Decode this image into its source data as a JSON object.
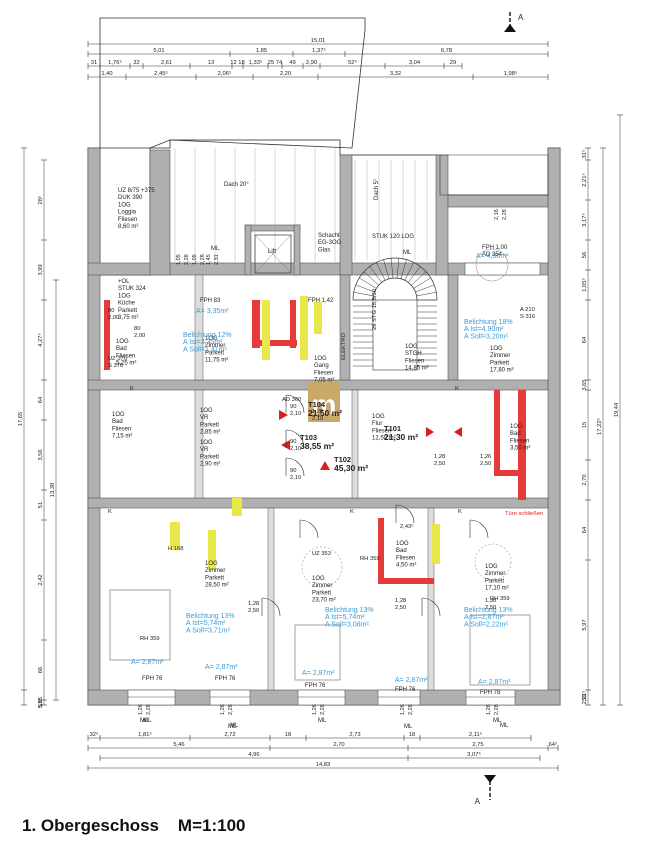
{
  "caption": {
    "title": "1. Obergeschoss",
    "scale": "M=1:100"
  },
  "colors": {
    "wall": "#b0b0b0",
    "new_wall": "#e63b3b",
    "demo": "#e8e84a",
    "annotation": "#3a9ad9",
    "unit_marker": "#d81f1f",
    "logo": "#c9a86a"
  },
  "section_marker": "A",
  "dimensions": {
    "top_row1": [
      "15,01"
    ],
    "top_row2": [
      "5,01",
      "1,85",
      "1,37⁵",
      "6,78"
    ],
    "top_row3": [
      "31",
      "1,76⁵",
      "32",
      "2,61",
      "13",
      "12 18",
      "1,33⁵",
      "25 74",
      "49",
      "2,90",
      "52⁵",
      "3,04",
      "29"
    ],
    "top_row4": [
      "1,40",
      "2,45⁵",
      "2,06⁵",
      "2,20",
      "3,32",
      "1,98⁵"
    ],
    "bottom_row1": [
      "32⁵",
      "1,81⁵",
      "2,72",
      "18",
      "2,73",
      "18",
      "2,11⁵"
    ],
    "bottom_row2": [
      "5,46",
      "2,70",
      "2,75",
      "64⁵"
    ],
    "bottom_row3": [
      "4,96",
      "3,07⁵"
    ],
    "bottom_row4": [
      "14,83"
    ],
    "left_outer": [
      "17,65",
      "13,38"
    ],
    "left_inner": [
      "28⁵",
      "3,99",
      "4,27⁵",
      "64",
      "3,56",
      "51",
      "2,42",
      "66",
      "5,05",
      "53⁵"
    ],
    "right_outer": [
      "19,44",
      "17,22⁵",
      "17,22⁵"
    ],
    "right_inner": [
      "31⁵",
      "2,21⁵",
      "3,17⁵",
      "56",
      "1,05⁵",
      "64",
      "3,65",
      "15",
      "2,70",
      "64",
      "5,97",
      "59",
      "2,21⁵"
    ]
  },
  "rooms": [
    {
      "id": "loggia",
      "lines": [
        "UZ 8/75 +375",
        "DUK 390",
        "1OG",
        "Loggia",
        "Fliesen",
        "8,60 m²"
      ]
    },
    {
      "id": "roof",
      "lines": [
        "Dach 20°"
      ]
    },
    {
      "id": "kueche",
      "lines": [
        "+OL",
        "STUK 324",
        "1OG",
        "Küche",
        "Parkett",
        "3,75 m²"
      ]
    },
    {
      "id": "bad-left",
      "lines": [
        "1OG",
        "Bad",
        "Fliesen",
        "5,25 m²"
      ]
    },
    {
      "id": "zimmer-top-left",
      "lines": [
        "1OG",
        "Zimmer",
        "Parkett",
        "11,75 m²"
      ]
    },
    {
      "id": "gang",
      "lines": [
        "1OG",
        "Gang",
        "Fliesen",
        "7,05 m²"
      ]
    },
    {
      "id": "lift",
      "lines": [
        "Lift"
      ]
    },
    {
      "id": "schacht",
      "lines": [
        "Schacht",
        "EG-3OG",
        "Glas"
      ]
    },
    {
      "id": "stiege",
      "lines": [
        "1OG",
        "STGH",
        "Fliesen",
        "14,85 m²"
      ]
    },
    {
      "id": "roof-stair",
      "lines": [
        "Dach 5°"
      ]
    },
    {
      "id": "stuk-stair",
      "lines": [
        "STUK 120 LOG"
      ]
    },
    {
      "id": "fph-top-right",
      "lines": [
        "FPH 1,00",
        "AD 354"
      ]
    },
    {
      "id": "zimmer-top-right",
      "lines": [
        "1OG",
        "Zimmer",
        "Parkett",
        "17,80 m²"
      ]
    },
    {
      "id": "bad-mid-left",
      "lines": [
        "1OG",
        "Bad",
        "Fliesen",
        "7,15 m²"
      ]
    },
    {
      "id": "vr1",
      "lines": [
        "1OG",
        "VR",
        "Parkett",
        "2,85 m²"
      ]
    },
    {
      "id": "vr2",
      "lines": [
        "1OG",
        "VR",
        "Parkett",
        "2,90 m²"
      ]
    },
    {
      "id": "flur",
      "lines": [
        "1OG",
        "Flur",
        "Fliesen",
        "12,50 m²"
      ]
    },
    {
      "id": "bad-mid-right",
      "lines": [
        "1OG",
        "Bad",
        "Fliesen",
        "3,50 m²"
      ]
    },
    {
      "id": "zimmer-bottom-left",
      "lines": [
        "1OG",
        "Zimmer",
        "Parkett",
        "28,50 m²"
      ]
    },
    {
      "id": "bad-bottom-mid",
      "lines": [
        "1OG",
        "Bad",
        "Fliesen",
        "4,50 m²"
      ]
    },
    {
      "id": "zimmer-bottom-mid",
      "lines": [
        "1OG",
        "Zimmer",
        "Parkett",
        "23,70 m²"
      ]
    },
    {
      "id": "zimmer-bottom-right",
      "lines": [
        "1OG",
        "Zimmer",
        "Parkett",
        "17,10 m²"
      ]
    }
  ],
  "units": [
    {
      "code": "T104",
      "area": "21,50 m²"
    },
    {
      "code": "T103",
      "area": "38,55 m²"
    },
    {
      "code": "T102",
      "area": "45,30 m²"
    },
    {
      "code": "T101",
      "area": "21,30 m²"
    }
  ],
  "lighting": [
    {
      "id": "light-top-left",
      "lines": [
        "Belichtung 12%",
        "A Ist=3,35m²",
        "A Soll=1,41m²"
      ]
    },
    {
      "id": "light-top-right",
      "lines": [
        "Belichtung 18%",
        "A Ist=4,90m²",
        "A Soll=3,20m²"
      ]
    },
    {
      "id": "light-bottom-left",
      "lines": [
        "Belichtung 13%",
        "A Ist=5,74m²",
        "A Soll=3,71m²"
      ]
    },
    {
      "id": "light-bottom-mid",
      "lines": [
        "Belichtung 13%",
        "A Ist=5,74m²",
        "A Soll=3,08m²"
      ]
    },
    {
      "id": "light-bottom-right",
      "lines": [
        "Belichtung 13%",
        "A Ist=2,87m²",
        "A Soll=2,22m²"
      ]
    }
  ],
  "window_areas": [
    "A= 3,35m²",
    "A= 4,90m²",
    "A= 2,87m²",
    "A= 2,87m²",
    "A= 2,87m²",
    "A= 2,87m²",
    "A= 2,87m²"
  ],
  "fph_labels": [
    "FPH 83",
    "FPH 1,42",
    "FPH 76",
    "FPH 76",
    "FPH 76",
    "FPH 76",
    "FPH 78"
  ],
  "ml_labels": [
    "ML",
    "ML",
    "ML",
    "ML",
    "ML",
    "ML",
    "ML",
    "ML",
    "ML",
    "ML"
  ],
  "door_labels": [
    "90 2,10",
    "90 2,10",
    "90 2,10",
    "1,20 2,10",
    "1,28 2,50",
    "1,26 2,50",
    "80 2,00",
    "80 2,00",
    "1,28 2,50",
    "1,28 2,50",
    "1,30 2,50"
  ],
  "window_heights": [
    "1,26 2,28",
    "1,26 2,28",
    "1,26 2,28",
    "1,26 2,28",
    "1,26 2,28",
    "1,05 2,28",
    "1,05 2,28",
    "1,45 2,31",
    "2,16 2,28"
  ],
  "misc_labels": [
    "AD 360",
    "RH 359",
    "RH 359",
    "RH 359",
    "UZ 353",
    "H 168",
    "S 316",
    "A 210",
    "UZ 370",
    "S 376",
    "26 STG 15,8/30",
    "ELEKTRO",
    "K",
    "K",
    "K",
    "K",
    "K",
    "2,43⁵",
    "Türe schließen"
  ]
}
